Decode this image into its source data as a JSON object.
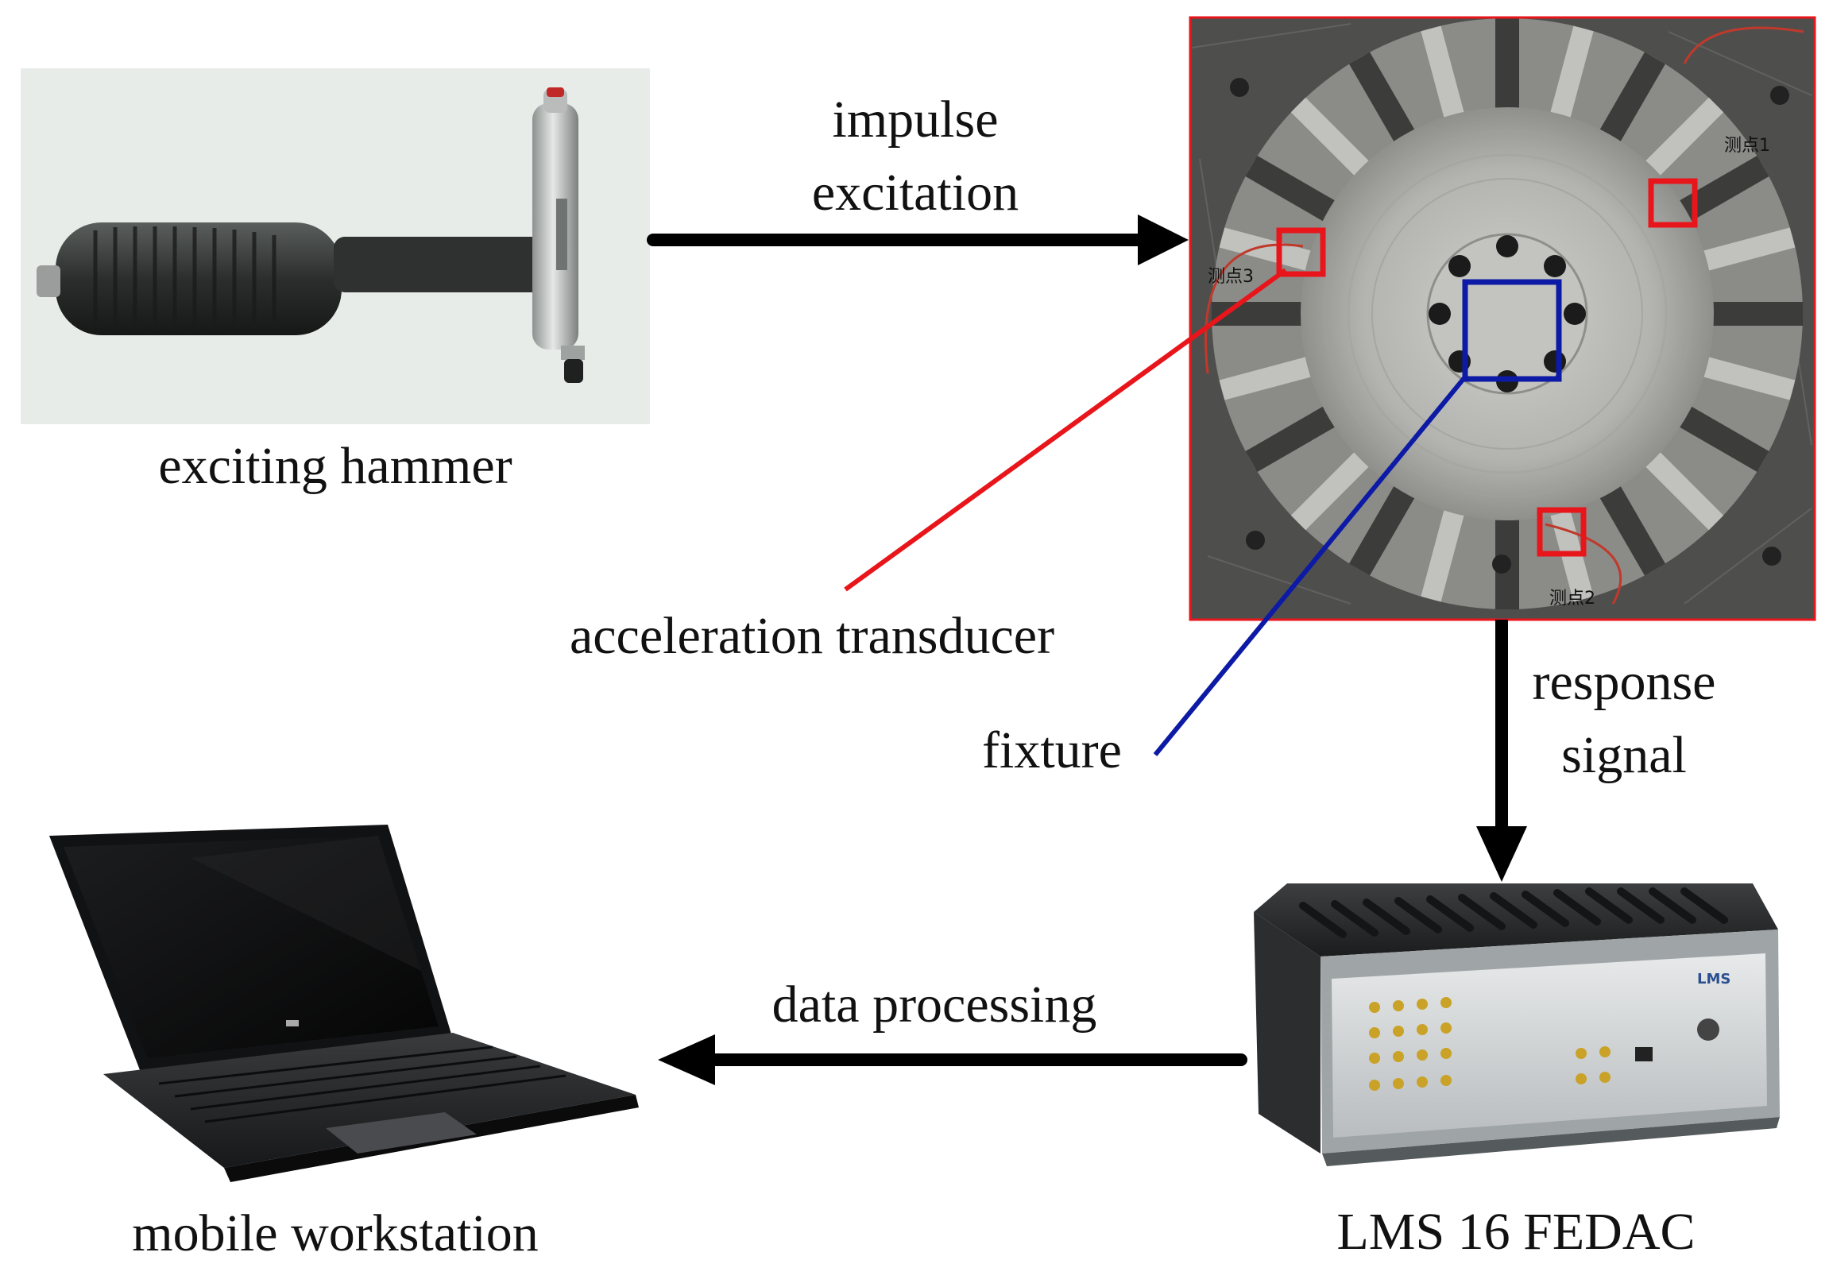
{
  "labels": {
    "hammer": "exciting hammer",
    "impulse_line1": "impulse",
    "impulse_line2": "excitation",
    "transducer": "acceleration transducer",
    "fixture": "fixture",
    "response_line1": "response",
    "response_line2": "signal",
    "data_processing": "data processing",
    "workstation": "mobile workstation",
    "lms": "LMS 16 FEDAC"
  },
  "photo_marks": {
    "point1": "测点1",
    "point2": "测点2",
    "point3": "测点3",
    "lms_logo": "LMS"
  },
  "colors": {
    "arrow": "#000000",
    "transducer_marker": "#e8151b",
    "fixture_marker": "#0c1aa5",
    "photo_border": "#e8151b"
  }
}
